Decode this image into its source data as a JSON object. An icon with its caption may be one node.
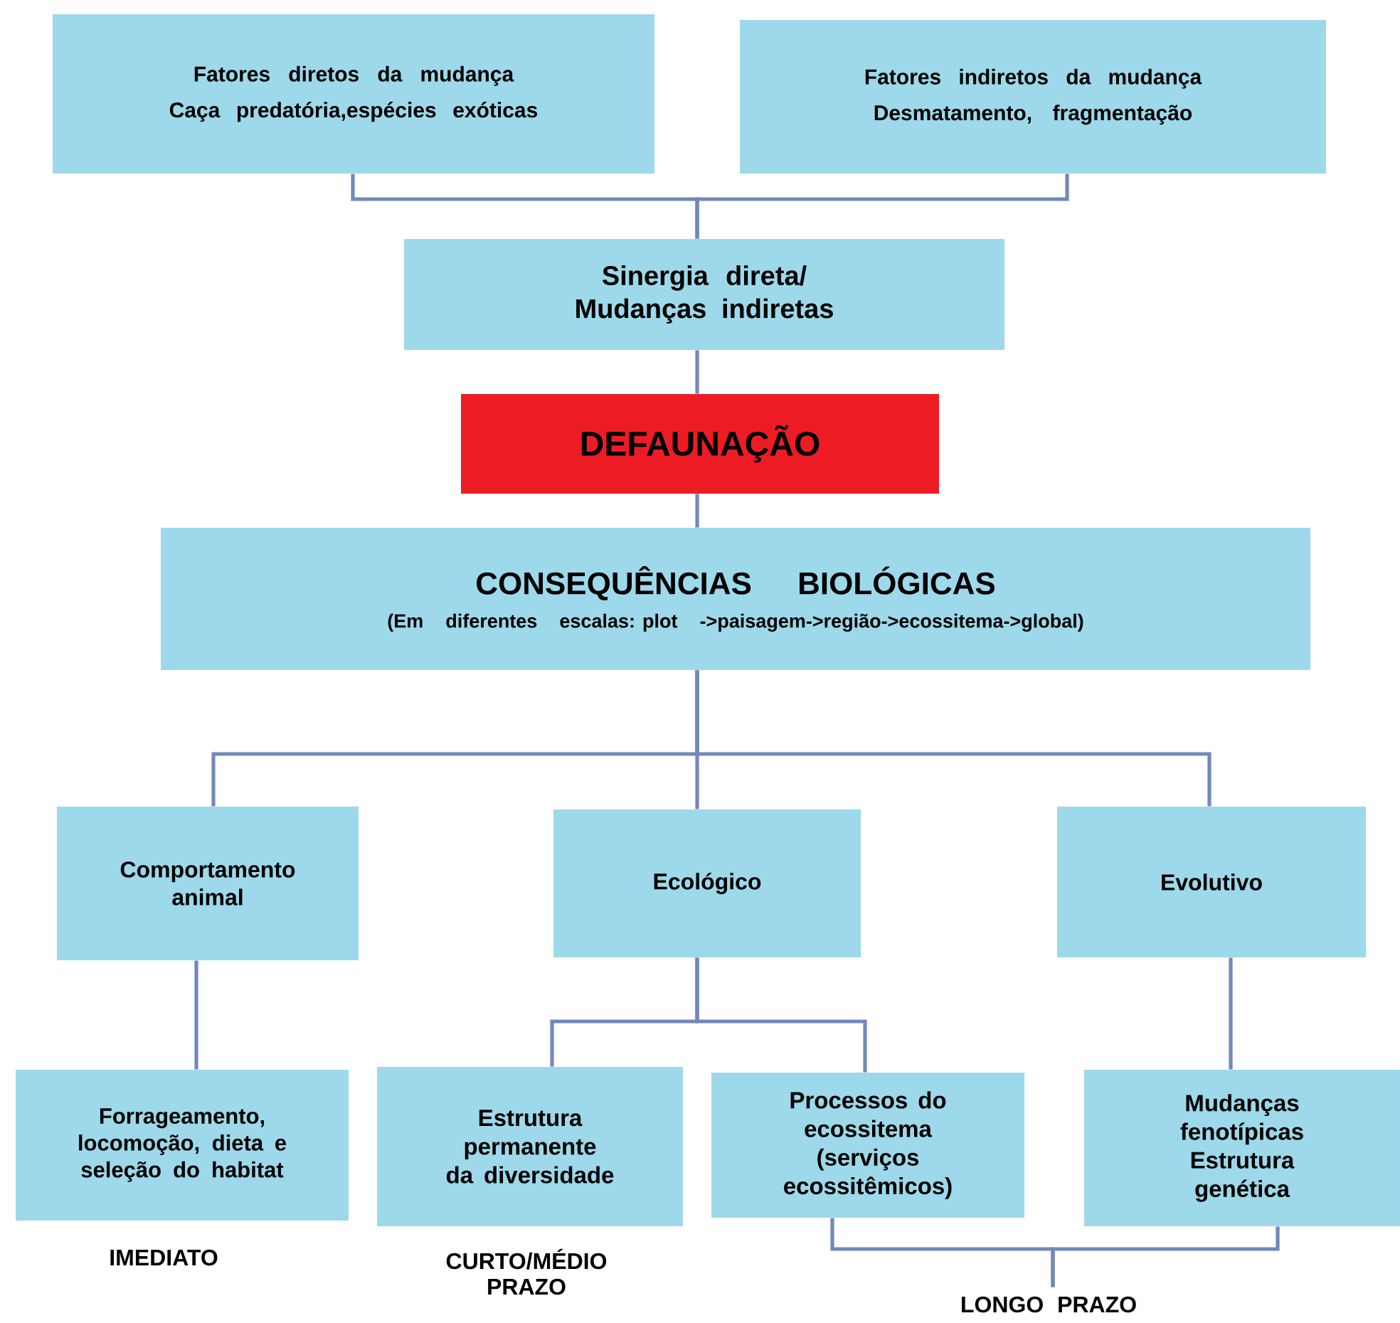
{
  "diagram": {
    "nodes": [
      {
        "text": [
          "Fatores diretos da mudança",
          "Caça predatória,espécies exóticas"
        ]
      },
      {
        "text": [
          "Fatores indiretos da mudança",
          "Desmatamento, fragmentação"
        ]
      },
      {
        "text": [
          "Sinergia direta/ Mudanças indiretas"
        ]
      },
      {
        "text": [
          "DEFAUNAÇÃO"
        ]
      },
      {
        "text": [
          "CONSEQUÊNCIAS BIOLÓGICAS",
          "(Em diferentes escalas: plot ->paisagem->região->ecossitema->global)"
        ]
      },
      {
        "text": [
          "Comportamento animal"
        ]
      },
      {
        "text": [
          "Ecológico"
        ]
      },
      {
        "text": [
          "Evolutivo"
        ]
      },
      {
        "text": [
          "Forrageamento, locomoção, dieta e seleção do habitat"
        ]
      },
      {
        "text": [
          "Estrutura permanente da diversidade"
        ]
      },
      {
        "text": [
          "Processos do ecossitema (serviços ecossitêmicos)"
        ]
      },
      {
        "text": [
          "Mudanças fenotípicas Estrutura genética"
        ]
      },
      {
        "text": [
          "LONGO PRAZO"
        ]
      }
    ],
    "edges": [
      {
        "from": 0,
        "to": 2,
        "arrow": "none"
      },
      {
        "from": 1,
        "to": 2,
        "arrow": "none"
      },
      {
        "from": 2,
        "to": 3,
        "arrow": "none"
      },
      {
        "from": 3,
        "to": 4,
        "arrow": "none"
      },
      {
        "from": 4,
        "to": 5,
        "arrow": "none"
      },
      {
        "from": 4,
        "to": 6,
        "arrow": "none"
      },
      {
        "from": 4,
        "to": 7,
        "arrow": "none"
      },
      {
        "from": 5,
        "to": 8,
        "arrow": "none"
      },
      {
        "from": 6,
        "to": 9,
        "arrow": "none"
      },
      {
        "from": 6,
        "to": 10,
        "arrow": "none"
      },
      {
        "from": 7,
        "to": 11,
        "arrow": "none"
      },
      {
        "from": 10,
        "to": 12,
        "arrow": "none"
      },
      {
        "from": 11,
        "to": 12,
        "arrow": "none"
      }
    ],
    "labels": [
      "IMEDIATO",
      "CURTO/MÉDIO PRAZO"
    ]
  }
}
